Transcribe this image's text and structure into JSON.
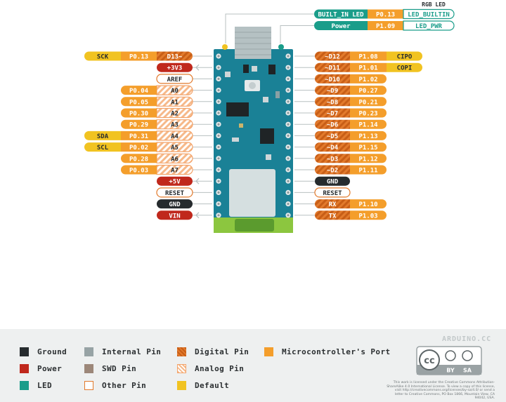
{
  "colors": {
    "ground": "#262b2e",
    "power": "#c0281c",
    "led": "#1a9d8a",
    "internal": "#97a3a5",
    "swd": "#9c8779",
    "digital": "#e27a2c",
    "analog": "#f3a36a",
    "port": "#f49e2b",
    "default": "#f1c321",
    "board": "#1a8196",
    "header": "#ffffff"
  },
  "top": {
    "rgb_title": "RGB LED",
    "rows": [
      {
        "label": "BUILT_IN LED",
        "port": "P0.13",
        "name": "LED_BUILTIN"
      },
      {
        "label": "Power",
        "port": "P1.09",
        "name": "LED_PWR"
      }
    ]
  },
  "left": [
    {
      "pin": "D13~",
      "type": "digital",
      "port": "P0.13",
      "extra": "SCK"
    },
    {
      "pin": "+3V3",
      "type": "power",
      "port": "",
      "extra": "",
      "arrow": true
    },
    {
      "pin": "AREF",
      "type": "other",
      "port": "",
      "extra": ""
    },
    {
      "pin": "A0",
      "type": "analog",
      "port": "P0.04",
      "extra": ""
    },
    {
      "pin": "A1",
      "type": "analog",
      "port": "P0.05",
      "extra": ""
    },
    {
      "pin": "A2",
      "type": "analog",
      "port": "P0.30",
      "extra": ""
    },
    {
      "pin": "A3",
      "type": "analog",
      "port": "P0.29",
      "extra": ""
    },
    {
      "pin": "A4",
      "type": "analog",
      "port": "P0.31",
      "extra": "SDA"
    },
    {
      "pin": "A5",
      "type": "analog",
      "port": "P0.02",
      "extra": "SCL"
    },
    {
      "pin": "A6",
      "type": "analog",
      "port": "P0.28",
      "extra": ""
    },
    {
      "pin": "A7",
      "type": "analog",
      "port": "P0.03",
      "extra": ""
    },
    {
      "pin": "+5V",
      "type": "power",
      "port": "",
      "extra": "",
      "arrow": true
    },
    {
      "pin": "RESET",
      "type": "other",
      "port": "",
      "extra": ""
    },
    {
      "pin": "GND",
      "type": "ground",
      "port": "",
      "extra": ""
    },
    {
      "pin": "VIN",
      "type": "power",
      "port": "",
      "extra": "",
      "arrow": true
    }
  ],
  "right": [
    {
      "pin": "~D12",
      "type": "digital",
      "port": "P1.08",
      "extra": "CIPO"
    },
    {
      "pin": "~D11",
      "type": "digital",
      "port": "P1.01",
      "extra": "COPI"
    },
    {
      "pin": "~D10",
      "type": "digital",
      "port": "P1.02",
      "extra": ""
    },
    {
      "pin": "~D9",
      "type": "digital",
      "port": "P0.27",
      "extra": ""
    },
    {
      "pin": "~D8",
      "type": "digital",
      "port": "P0.21",
      "extra": ""
    },
    {
      "pin": "~D7",
      "type": "digital",
      "port": "P0.23",
      "extra": ""
    },
    {
      "pin": "~D6",
      "type": "digital",
      "port": "P1.14",
      "extra": ""
    },
    {
      "pin": "~D5",
      "type": "digital",
      "port": "P1.13",
      "extra": ""
    },
    {
      "pin": "~D4",
      "type": "digital",
      "port": "P1.15",
      "extra": ""
    },
    {
      "pin": "~D3",
      "type": "digital",
      "port": "P1.12",
      "extra": ""
    },
    {
      "pin": "~D2",
      "type": "digital",
      "port": "P1.11",
      "extra": ""
    },
    {
      "pin": "GND",
      "type": "ground",
      "port": "",
      "extra": ""
    },
    {
      "pin": "RESET",
      "type": "other",
      "port": "",
      "extra": ""
    },
    {
      "pin": "RX",
      "type": "digital",
      "port": "P1.10",
      "extra": ""
    },
    {
      "pin": "TX",
      "type": "digital",
      "port": "P1.03",
      "extra": ""
    }
  ],
  "legend": [
    {
      "label": "Ground",
      "type": "ground"
    },
    {
      "label": "Power",
      "type": "power"
    },
    {
      "label": "LED",
      "type": "led"
    },
    {
      "label": "Internal Pin",
      "type": "internal"
    },
    {
      "label": "SWD Pin",
      "type": "swd"
    },
    {
      "label": "Other Pin",
      "type": "other"
    },
    {
      "label": "Digital Pin",
      "type": "digital"
    },
    {
      "label": "Analog Pin",
      "type": "analog"
    },
    {
      "label": "Microcontroller's Port",
      "type": "port"
    },
    {
      "label": "Default",
      "type": "default"
    }
  ],
  "footer": {
    "brand": "ARDUINO.CC",
    "license": "This work is licensed under the Creative Commons Attribution-ShareAlike 4.0 International License. To view a copy of this license, visit http://creativecommons.org/licenses/by-sa/4.0/ or send a letter to Creative Commons, PO Box 1866, Mountain View, CA 94042, USA.",
    "cc_by": "BY",
    "cc_sa": "SA"
  }
}
